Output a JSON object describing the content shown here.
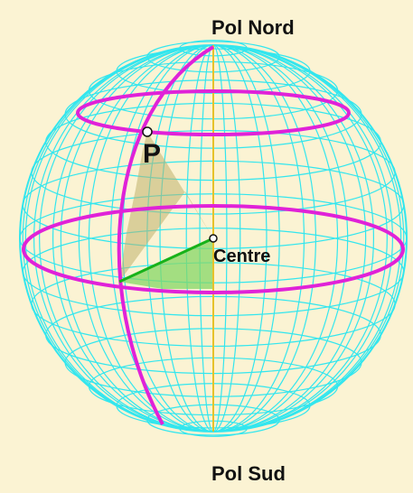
{
  "labels": {
    "north_pole": "Pol Nord",
    "south_pole": "Pol Sud",
    "centre": "Centre",
    "point": "P"
  },
  "colors": {
    "background": "#fbf3d3",
    "grid": "#33e6ee",
    "highlight": "#e022d8",
    "axis": "#e6c22a",
    "radius": "#17b21a",
    "latitude_wedge": "#bfb06b",
    "longitude_wedge": "#86d766"
  }
}
